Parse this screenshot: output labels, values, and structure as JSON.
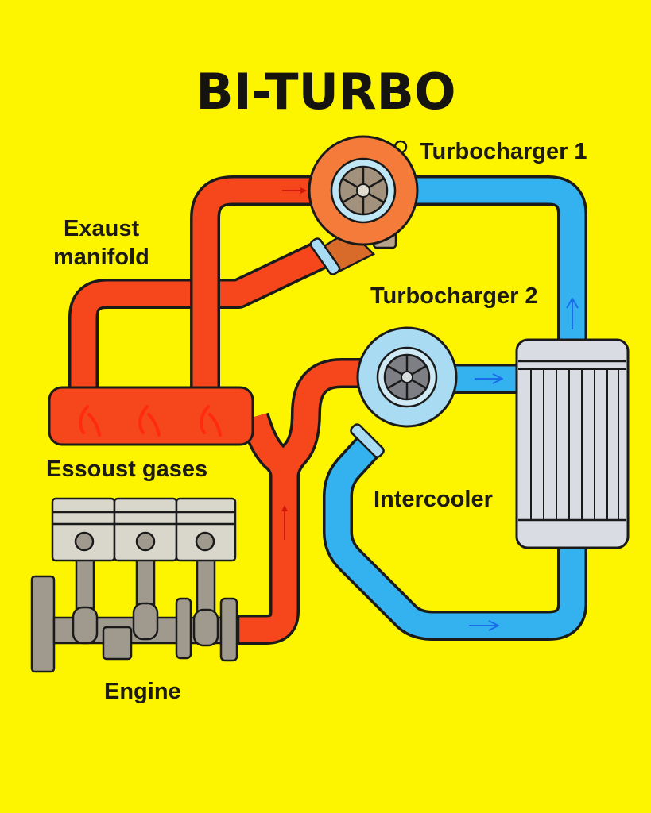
{
  "title": "BI-TURBO",
  "labels": {
    "turbocharger_1": "Turbocharger 1",
    "exhaust_manifold_line1": "Exaust",
    "exhaust_manifold_line2": "manifold",
    "turbocharger_2": "Turbocharger 2",
    "exhaust_gases": "Essoust gases",
    "intercooler": "Intercooler",
    "engine": "Engine"
  },
  "colors": {
    "background": "#fdf500",
    "exhaust_pipe": "#f5461c",
    "turbo1_housing": "#f57b3b",
    "intake_pipe": "#34b2f0",
    "turbo2_housing": "#a9dcf3",
    "intercooler": "#d9dde3",
    "engine_metal": "#a09a8e",
    "outline": "#1a1a1a"
  }
}
